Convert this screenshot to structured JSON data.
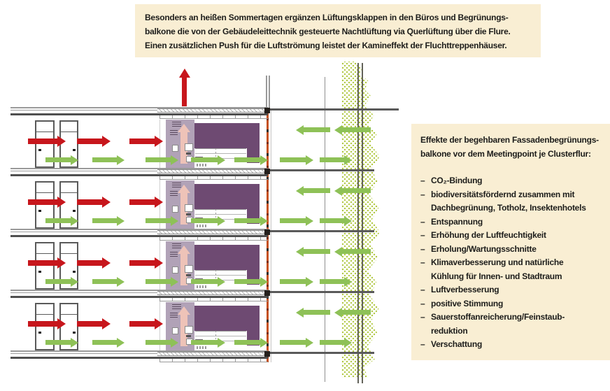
{
  "top_info_box": {
    "text": "Besonders an heißen Sommertagen ergänzen Lüftungsklappen in den Büros und Begrünungs-\nbalkone die von der Gebäudeleittechnik gesteuerte Nachtlüftung via Querlüftung über die Flure.\nEinen zusätzlichen Push für die Luftströmung leistet der Kamineffekt der Fluchttreppenhäuser."
  },
  "side_info_box": {
    "heading": "Effekte der begehbaren Fassadenbegrünungs-\nbalkone vor dem Meetingpoint je Clusterflur:",
    "bullet": "–",
    "items": [
      "CO₂-Bindung",
      "biodiversitätsfördernd zusammen mit\nDachbegrünung, Totholz, Insektenhotels",
      "Entspannung",
      "Erhöhung der Luftfeuchtigkeit",
      "Erholung/Wartungsschnitte",
      "Klimaverbesserung und natürliche\nKühlung für Innen- und Stadtraum",
      "Luftverbesserung",
      "positive Stimmung",
      "Sauerstoffanreicherung/Feinstaub-\nreduktion",
      "Verschattung"
    ]
  },
  "colors": {
    "background": "#ffffff",
    "info_box_bg": "#f9eed3",
    "text": "#1d1d1b",
    "red_arrow": "#c7161c",
    "green_arrow": "#8ec157",
    "pink_arrow": "#eec3b8",
    "purple_dark": "#6e4a72",
    "purple_light": "#b1a2b7",
    "vegetation": "#b2c946",
    "facade_orange": "#c5511f"
  }
}
